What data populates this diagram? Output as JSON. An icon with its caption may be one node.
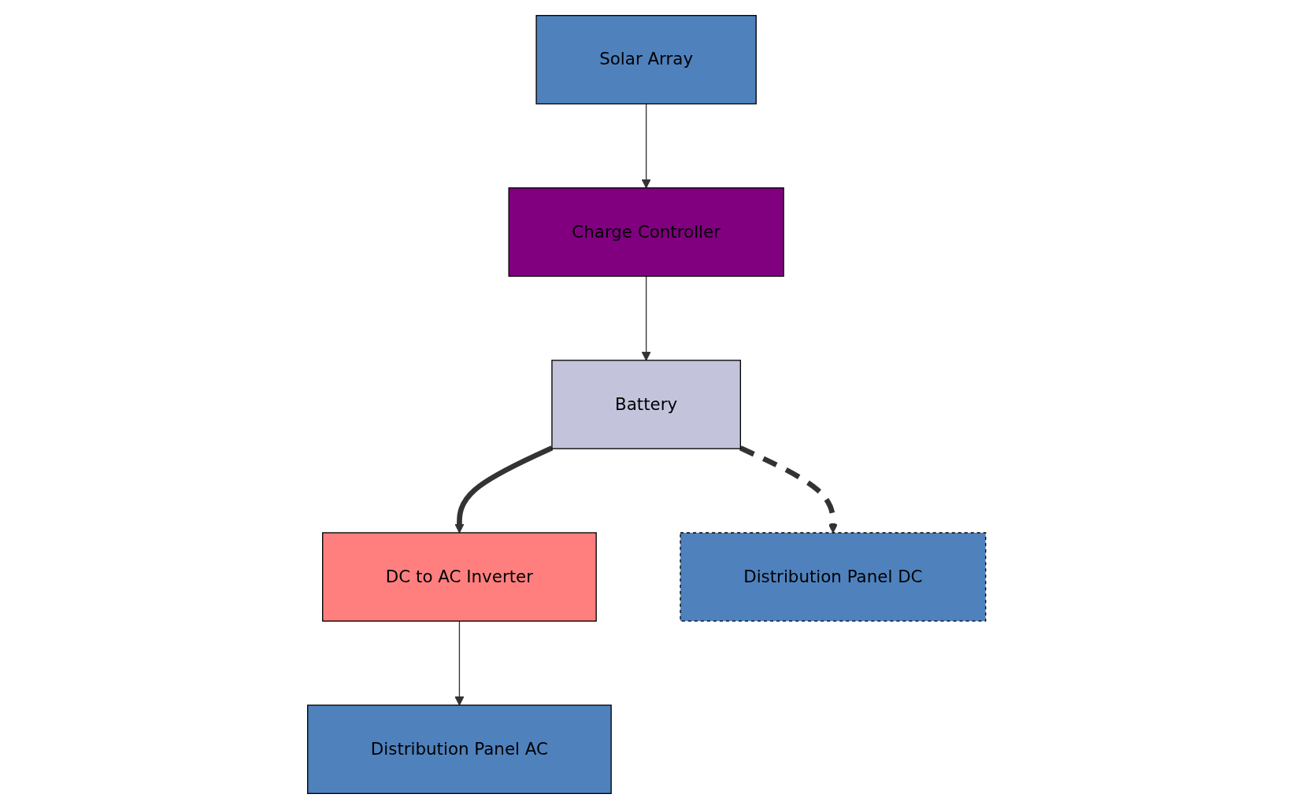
{
  "diagram": {
    "nodes": [
      {
        "text": [
          "Solar Array"
        ]
      },
      {
        "text": [
          "Charge Controller"
        ]
      },
      {
        "text": [
          "Battery"
        ]
      },
      {
        "text": [
          "DC to AC Inverter"
        ]
      },
      {
        "text": [
          "Distribution Panel AC"
        ]
      },
      {
        "text": [
          "Distribution Panel DC"
        ]
      }
    ],
    "edges": [
      {
        "from": 0,
        "to": 1,
        "arrow": "to"
      },
      {
        "from": 1,
        "to": 2,
        "arrow": "to"
      },
      {
        "from": 2,
        "to": 3,
        "arrow": "to",
        "style": "thick"
      },
      {
        "from": 3,
        "to": 4,
        "arrow": "to"
      },
      {
        "from": 2,
        "to": 5,
        "arrow": "to",
        "style": "dashed"
      }
    ]
  }
}
